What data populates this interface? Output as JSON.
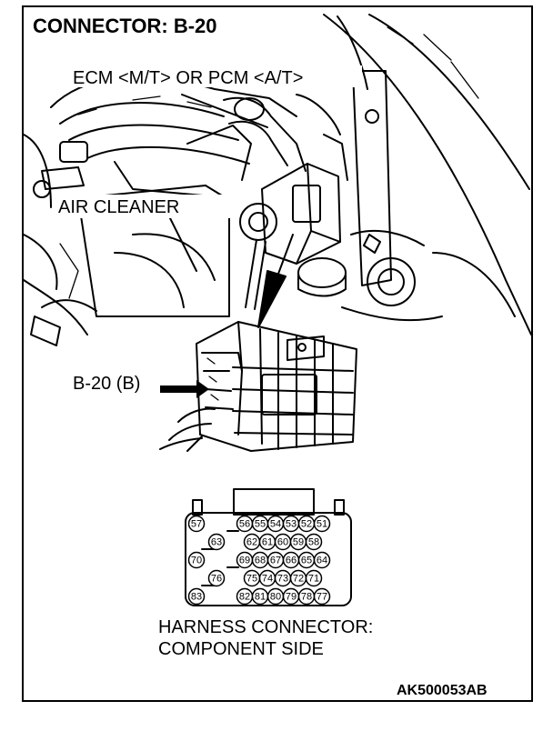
{
  "title": "CONNECTOR: B-20",
  "labels": {
    "ecm_pcm": "ECM <M/T> OR PCM <A/T>",
    "air_cleaner": "AIR CLEANER",
    "connector_ref": "B-20 (B)",
    "harness_line1": "HARNESS CONNECTOR:",
    "harness_line2": "COMPONENT SIDE",
    "figure_code": "AK500053AB"
  },
  "connector_pins": {
    "row1_left": [
      "57"
    ],
    "row1_right": [
      "56",
      "55",
      "54",
      "53",
      "52",
      "51"
    ],
    "row2_left": [
      "63"
    ],
    "row2_right": [
      "62",
      "61",
      "60",
      "59",
      "58"
    ],
    "row3_left": [
      "70"
    ],
    "row3_right": [
      "69",
      "68",
      "67",
      "66",
      "65",
      "64"
    ],
    "row4_left": [
      "76"
    ],
    "row4_right": [
      "75",
      "74",
      "73",
      "72",
      "71"
    ],
    "row5_left": [
      "83"
    ],
    "row5_right": [
      "82",
      "81",
      "80",
      "79",
      "78",
      "77"
    ]
  }
}
